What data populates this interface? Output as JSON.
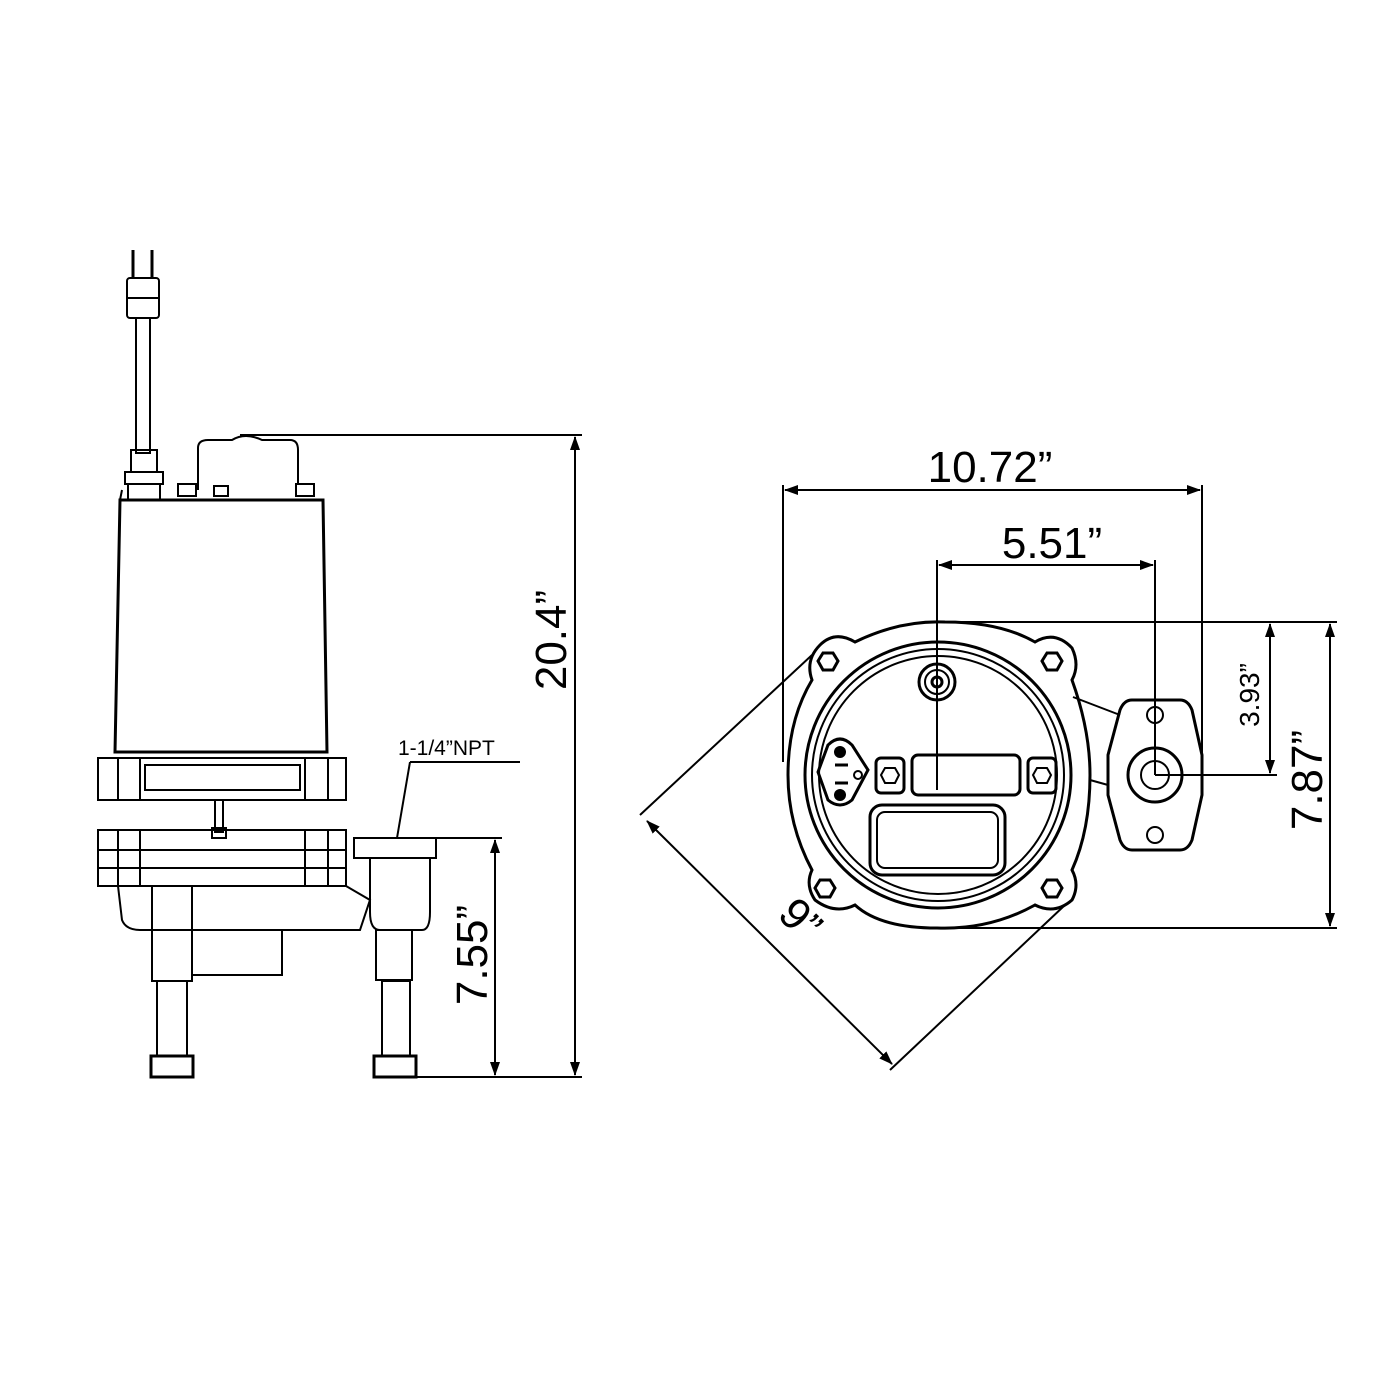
{
  "side_view": {
    "height_label": "20.4”",
    "inlet_height_label": "7.55”",
    "discharge_label": "1-1/4”NPT"
  },
  "top_view": {
    "width_label": "10.72”",
    "center_offset_label": "5.51”",
    "discharge_offset_label": "3.93”",
    "depth_label": "7.87”",
    "diameter_label": "9”"
  },
  "colors": {
    "line": "#000000",
    "background": "#ffffff"
  }
}
